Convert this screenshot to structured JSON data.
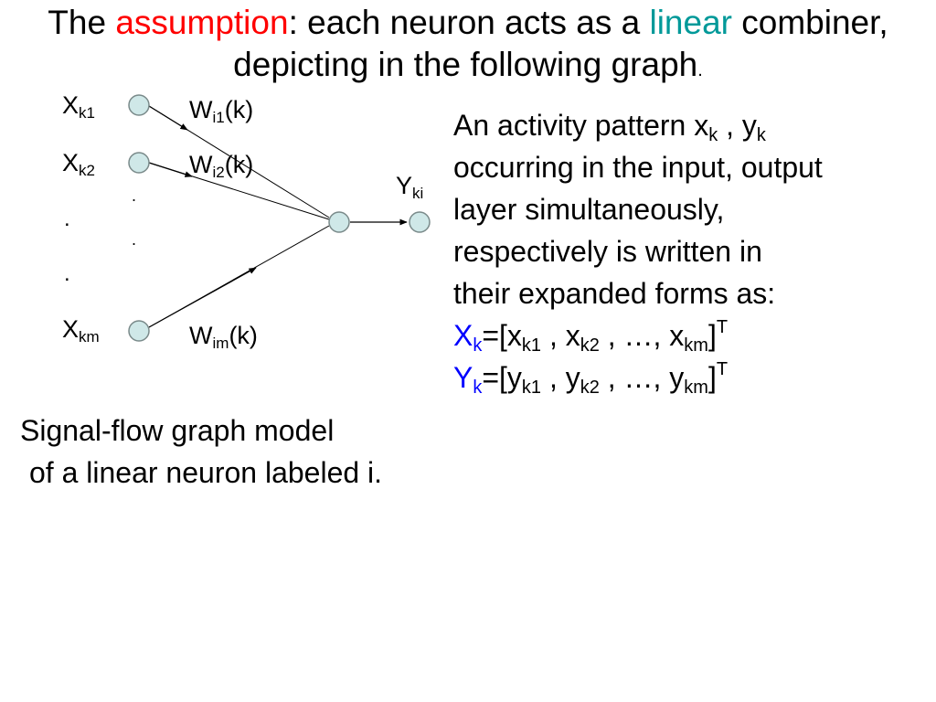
{
  "title": {
    "part1": "The ",
    "assumption": "assumption",
    "part2": ": each neuron acts as a ",
    "linear": "linear",
    "part3": " combiner, depicting in the following graph",
    "period": "."
  },
  "graph": {
    "inputs": [
      {
        "name": "X",
        "sub": "k1"
      },
      {
        "name": "X",
        "sub": "k2"
      },
      {
        "name": "X",
        "sub": "km"
      }
    ],
    "weights": [
      {
        "name": "W",
        "sub": "i1",
        "suffix": "(k)"
      },
      {
        "name": "W",
        "sub": "i2",
        "suffix": "(k)"
      },
      {
        "name": "W",
        "sub": "im",
        "suffix": "(k)"
      }
    ],
    "output": {
      "name": "Y",
      "sub": "ki"
    },
    "ellipsis": "."
  },
  "description": {
    "line1": "An activity pattern x",
    "line1_sub1": "k",
    "line1_mid": " , y",
    "line1_sub2": "k",
    "line2": "occurring in the input, output",
    "line3": "layer simultaneously,",
    "line4": "respectively is written in",
    "line5": "their expanded forms as:",
    "eq1": {
      "var": "X",
      "var_sub": "k",
      "open": "=[x",
      "s1": "k1",
      "mid1": " , x",
      "s2": "k2",
      "mid2": " , …, x",
      "s3": "km",
      "close": "]",
      "sup": "T"
    },
    "eq2": {
      "var": "Y",
      "var_sub": "k",
      "open": "=[y",
      "s1": "k1",
      "mid1": " , y",
      "s2": "k2",
      "mid2": " , …, y",
      "s3": "km",
      "close": "]",
      "sup": "T"
    }
  },
  "caption": {
    "line1": "Signal-flow graph model",
    "line2": "of a linear neuron labeled i."
  },
  "colors": {
    "node_fill": "#cfe8e8",
    "node_stroke": "#7a8a8a",
    "highlight_red": "#ff0000",
    "highlight_teal": "#009999",
    "highlight_blue": "#0000ff"
  }
}
